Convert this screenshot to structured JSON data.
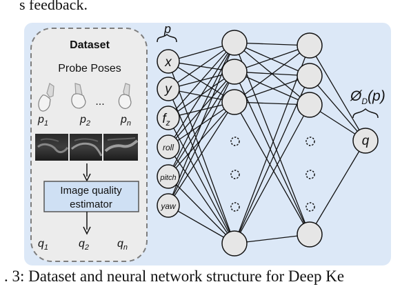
{
  "header_fragment": "s feedback.",
  "caption": ". 3: Dataset and neural network structure for Deep Ke",
  "colors": {
    "panel_bg": "#dce8f7",
    "dataset_bg": "#ececec",
    "estimator_bg": "#cfe0f4",
    "node_fill": "#e6e6e6"
  },
  "dataset": {
    "title": "Dataset",
    "probe_poses_label": "Probe Poses",
    "pose_labels": [
      {
        "base": "p",
        "sub": "1"
      },
      {
        "base": "p",
        "sub": "2"
      },
      {
        "base": "p",
        "sub": "n"
      }
    ],
    "ellipsis": "...",
    "estimator_label_line1": "Image quality",
    "estimator_label_line2": "estimator",
    "quality_labels": [
      {
        "base": "q",
        "sub": "1"
      },
      {
        "base": "q",
        "sub": "2"
      },
      {
        "base": "q",
        "sub": "n"
      }
    ]
  },
  "network": {
    "input_group_label": "p",
    "inputs": [
      {
        "base": "x",
        "sub": ""
      },
      {
        "base": "y",
        "sub": ""
      },
      {
        "base": "f",
        "sub": "z"
      },
      {
        "base": "roll",
        "sub": ""
      },
      {
        "base": "pitch",
        "sub": ""
      },
      {
        "base": "yaw",
        "sub": ""
      }
    ],
    "output_group_label": {
      "base": "Ø",
      "sub": "D",
      "suffix": "(p)"
    },
    "output_label": "q"
  }
}
